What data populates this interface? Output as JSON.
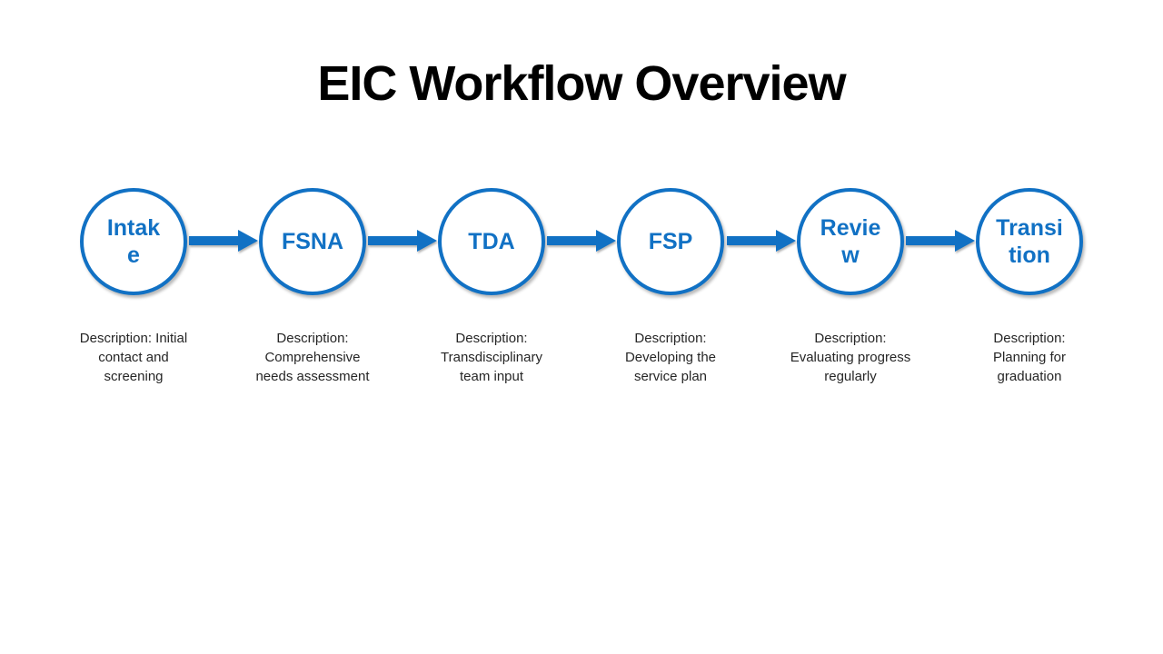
{
  "title": "EIC Workflow Overview",
  "colors": {
    "accent_blue": "#1171C4",
    "description_text": "#262626",
    "title_text": "#000000",
    "background": "#FFFFFF"
  },
  "workflow": {
    "steps": [
      {
        "label": "Intake",
        "label_lines": [
          "Intak",
          "e"
        ],
        "description": "Description: Initial contact and screening",
        "description_lines": [
          "Description: Initial",
          "contact and",
          "screening"
        ]
      },
      {
        "label": "FSNA",
        "label_lines": [
          "FSNA"
        ],
        "description": "Description: Comprehensive needs assessment",
        "description_lines": [
          "Description:",
          "Comprehensive",
          "needs assessment"
        ]
      },
      {
        "label": "TDA",
        "label_lines": [
          "TDA"
        ],
        "description": "Description: Transdisciplinary team input",
        "description_lines": [
          "Description:",
          "Transdisciplinary",
          "team input"
        ]
      },
      {
        "label": "FSP",
        "label_lines": [
          "FSP"
        ],
        "description": "Description: Developing the service plan",
        "description_lines": [
          "Description:",
          "Developing the",
          "service plan"
        ]
      },
      {
        "label": "Review",
        "label_lines": [
          "Revie",
          "w"
        ],
        "description": "Description: Evaluating progress regularly",
        "description_lines": [
          "Description:",
          "Evaluating progress",
          "regularly"
        ]
      },
      {
        "label": "Transition",
        "label_lines": [
          "Transi",
          "tion"
        ],
        "description": "Description: Planning for graduation",
        "description_lines": [
          "Description:",
          "Planning for",
          "graduation"
        ]
      }
    ]
  }
}
